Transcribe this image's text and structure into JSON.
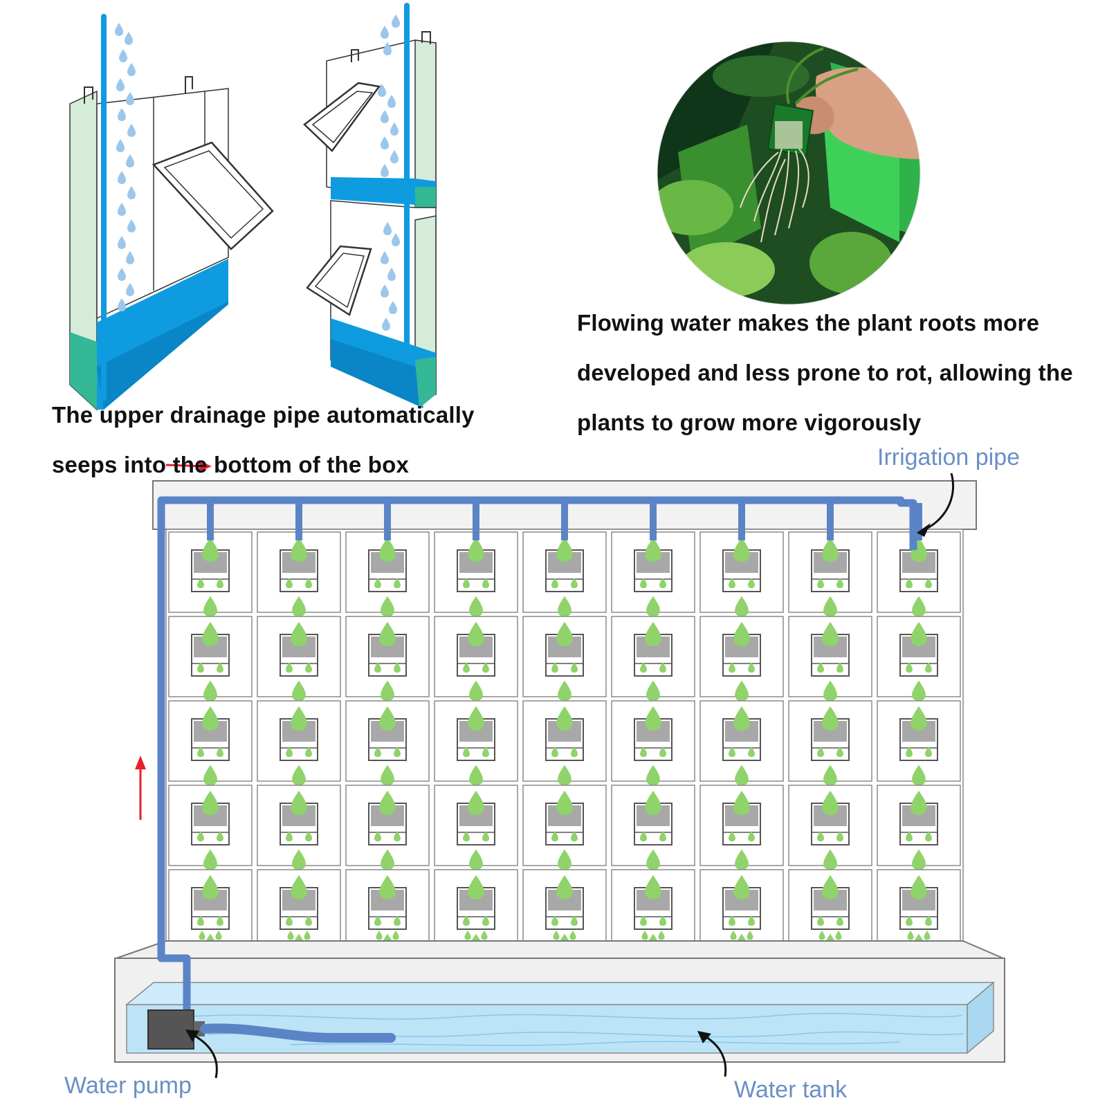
{
  "captions": {
    "drainage_line1": "The upper drainage pipe automatically",
    "drainage_line2": "seeps into the bottom of the box",
    "roots_line1": "Flowing water makes the plant roots more",
    "roots_line2": "developed and less prone to rot, allowing the",
    "roots_line3": "plants to grow more vigorously"
  },
  "labels": {
    "irrigation_pipe": "Irrigation pipe",
    "water_pump": "Water pump",
    "water_tank": "Water tank"
  },
  "grid": {
    "rows": 5,
    "columns": 9
  },
  "colors": {
    "pipe": "#5b84c6",
    "label": "#6a8fc6",
    "droplet": "#8fd36a",
    "water": "#bde3f7",
    "water_fill_blue": "#0e9be0",
    "water_fill_teal": "#34b895",
    "panel_green": "#d4ecd8",
    "flow_arrow": "#e6202a"
  }
}
